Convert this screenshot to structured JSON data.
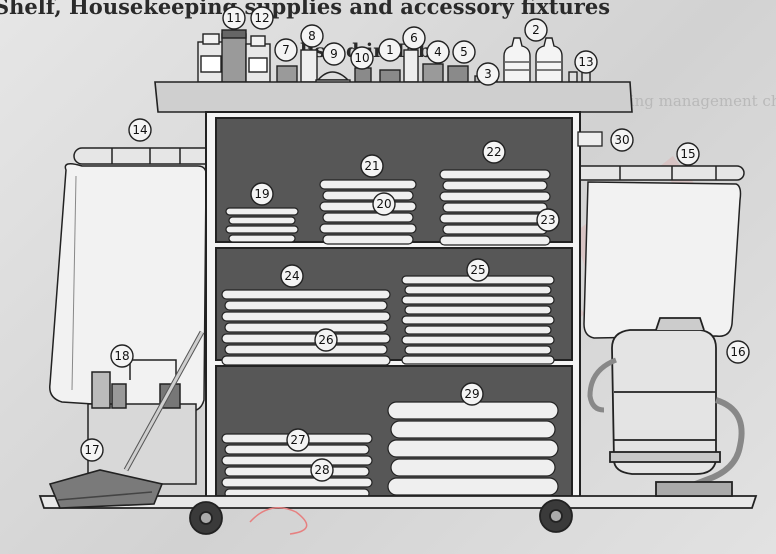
{
  "page": {
    "background_text_line1": "Shelf, Housekeeping supplies and accessory fixtures",
    "background_text_line2": "listed in Table",
    "background_text_faint": "Housekeeping management chart"
  },
  "figure": {
    "callouts": [
      "1",
      "2",
      "3",
      "4",
      "5",
      "6",
      "7",
      "8",
      "9",
      "10",
      "11",
      "12",
      "13",
      "14",
      "15",
      "16",
      "17",
      "18",
      "19",
      "20",
      "21",
      "22",
      "23",
      "24",
      "25",
      "26",
      "27",
      "28",
      "29",
      "30"
    ]
  },
  "colors": {
    "cart_dark": "#5a5a5a",
    "linen": "#efefef",
    "outline": "#222222"
  }
}
